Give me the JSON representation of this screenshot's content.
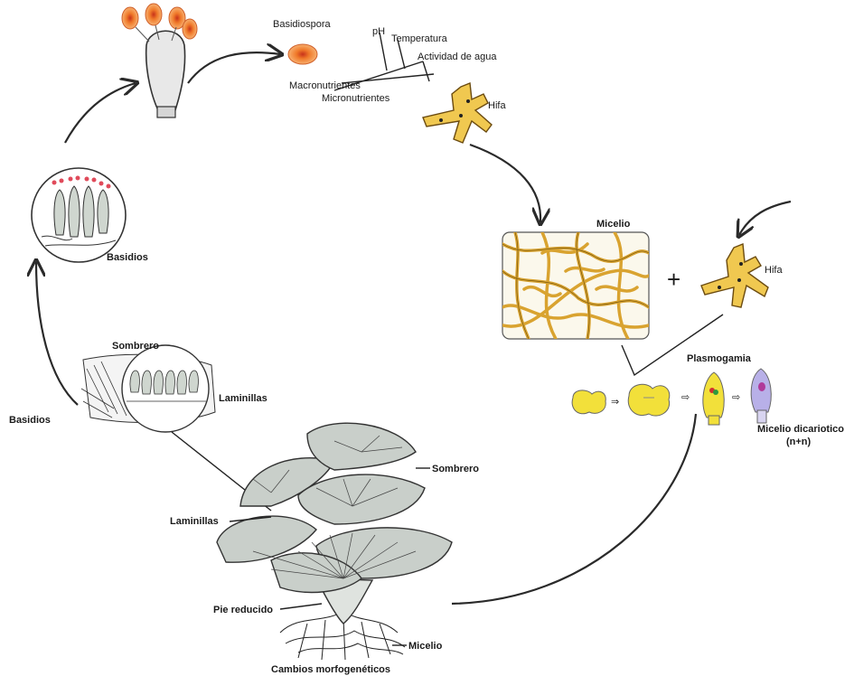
{
  "labels": {
    "basidiospora": "Basidiospora",
    "ph": "pH",
    "temperatura": "Temperatura",
    "actividad_agua": "Actividad de agua",
    "macronutrientes": "Macronutrientes",
    "micronutrientes": "Micronutrientes",
    "hifa_top": "Hifa",
    "micelio_box": "Micelio",
    "plus": "+",
    "hifa_right": "Hifa",
    "plasmogamia": "Plasmogamia",
    "micelio_dicariotico": "Micelio dicariotico",
    "n_n": "(n+n)",
    "basidios_circle": "Basidios",
    "sombrero_small": "Sombrero",
    "laminillas_small": "Laminillas",
    "basidios_left": "Basidios",
    "sombrero_big": "Sombrero",
    "laminillas_big": "Laminillas",
    "pie_reducido": "Pie reducido",
    "micelio_bottom": "Micelio",
    "cambios": "Cambios morfogenéticos"
  },
  "colors": {
    "spore": "#f07a2a",
    "hypha": "#f0c850",
    "mycelium_strand": "#d9a330",
    "plasmogamy_cell": "#f2e03a",
    "dikaryotic_cell": "#b8b0e8",
    "mushroom_cap": "#c9cfca",
    "arrow": "#2a2a2a"
  }
}
